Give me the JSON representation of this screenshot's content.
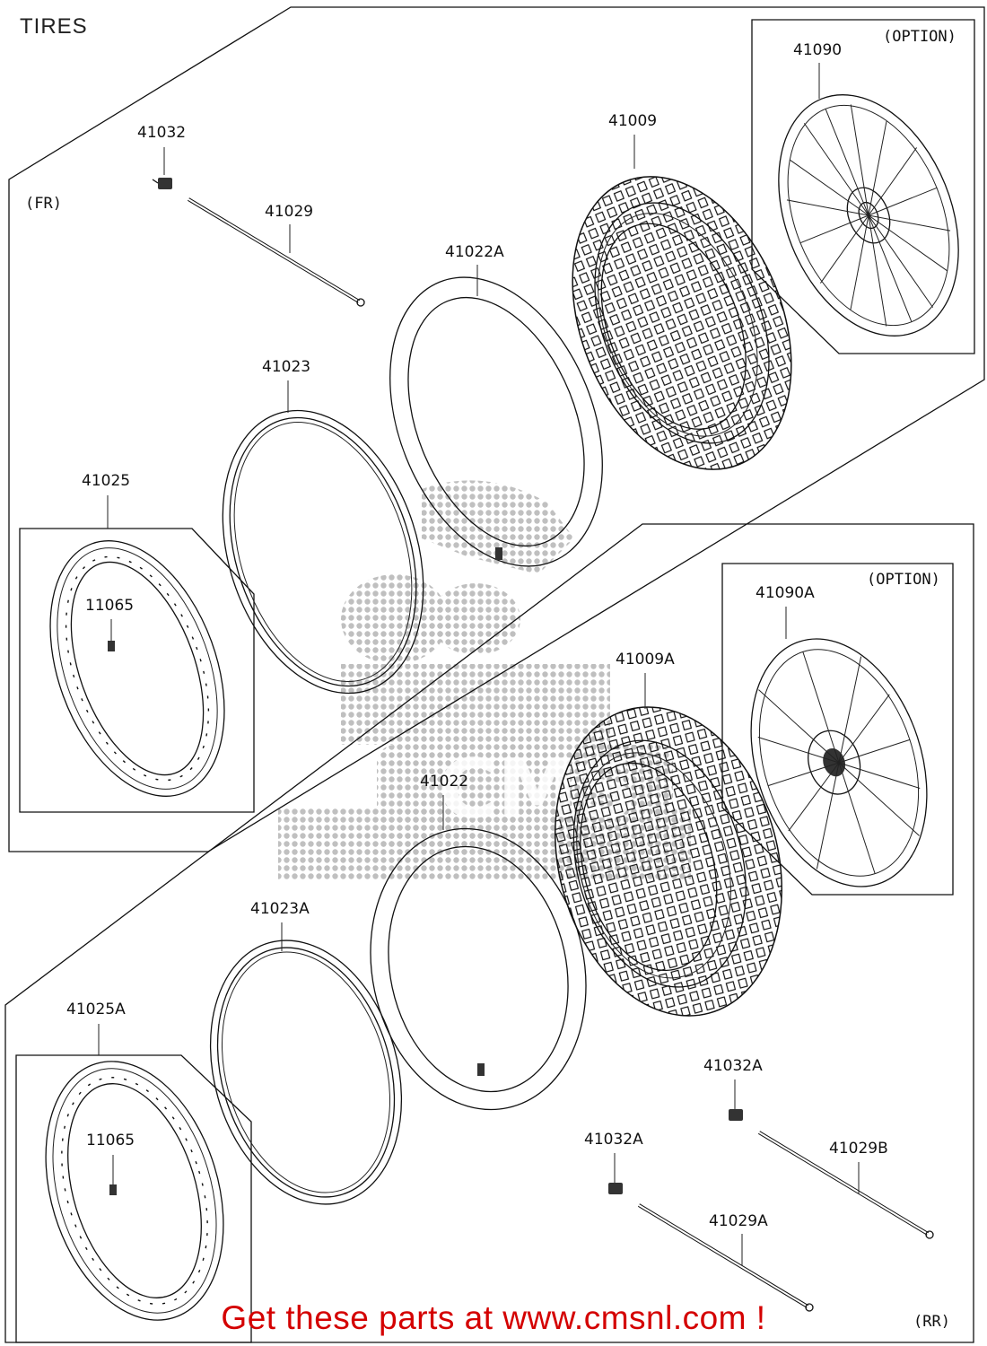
{
  "page": {
    "title": "TIRES"
  },
  "groups": {
    "front": "(FR)",
    "rear": "(RR)",
    "option_front": "(OPTION)",
    "option_rear": "(OPTION)"
  },
  "parts": {
    "p41032": "41032",
    "p41029": "41029",
    "p41022A": "41022A",
    "p41009": "41009",
    "p41090": "41090",
    "p41023": "41023",
    "p41025": "41025",
    "p11065_front": "11065",
    "p41090A": "41090A",
    "p41009A": "41009A",
    "p41022": "41022",
    "p41023A": "41023A",
    "p41025A": "41025A",
    "p11065_rear": "11065",
    "p41032A_upper": "41032A",
    "p41029B": "41029B",
    "p41032A_lower": "41032A",
    "p41029A": "41029A"
  },
  "watermark": {
    "text": "CMS"
  },
  "banner": {
    "text": "Get these parts at www.cmsnl.com !"
  },
  "colors": {
    "banner": "#d40000",
    "line": "#111111",
    "watermark": "#9a9a9a"
  }
}
